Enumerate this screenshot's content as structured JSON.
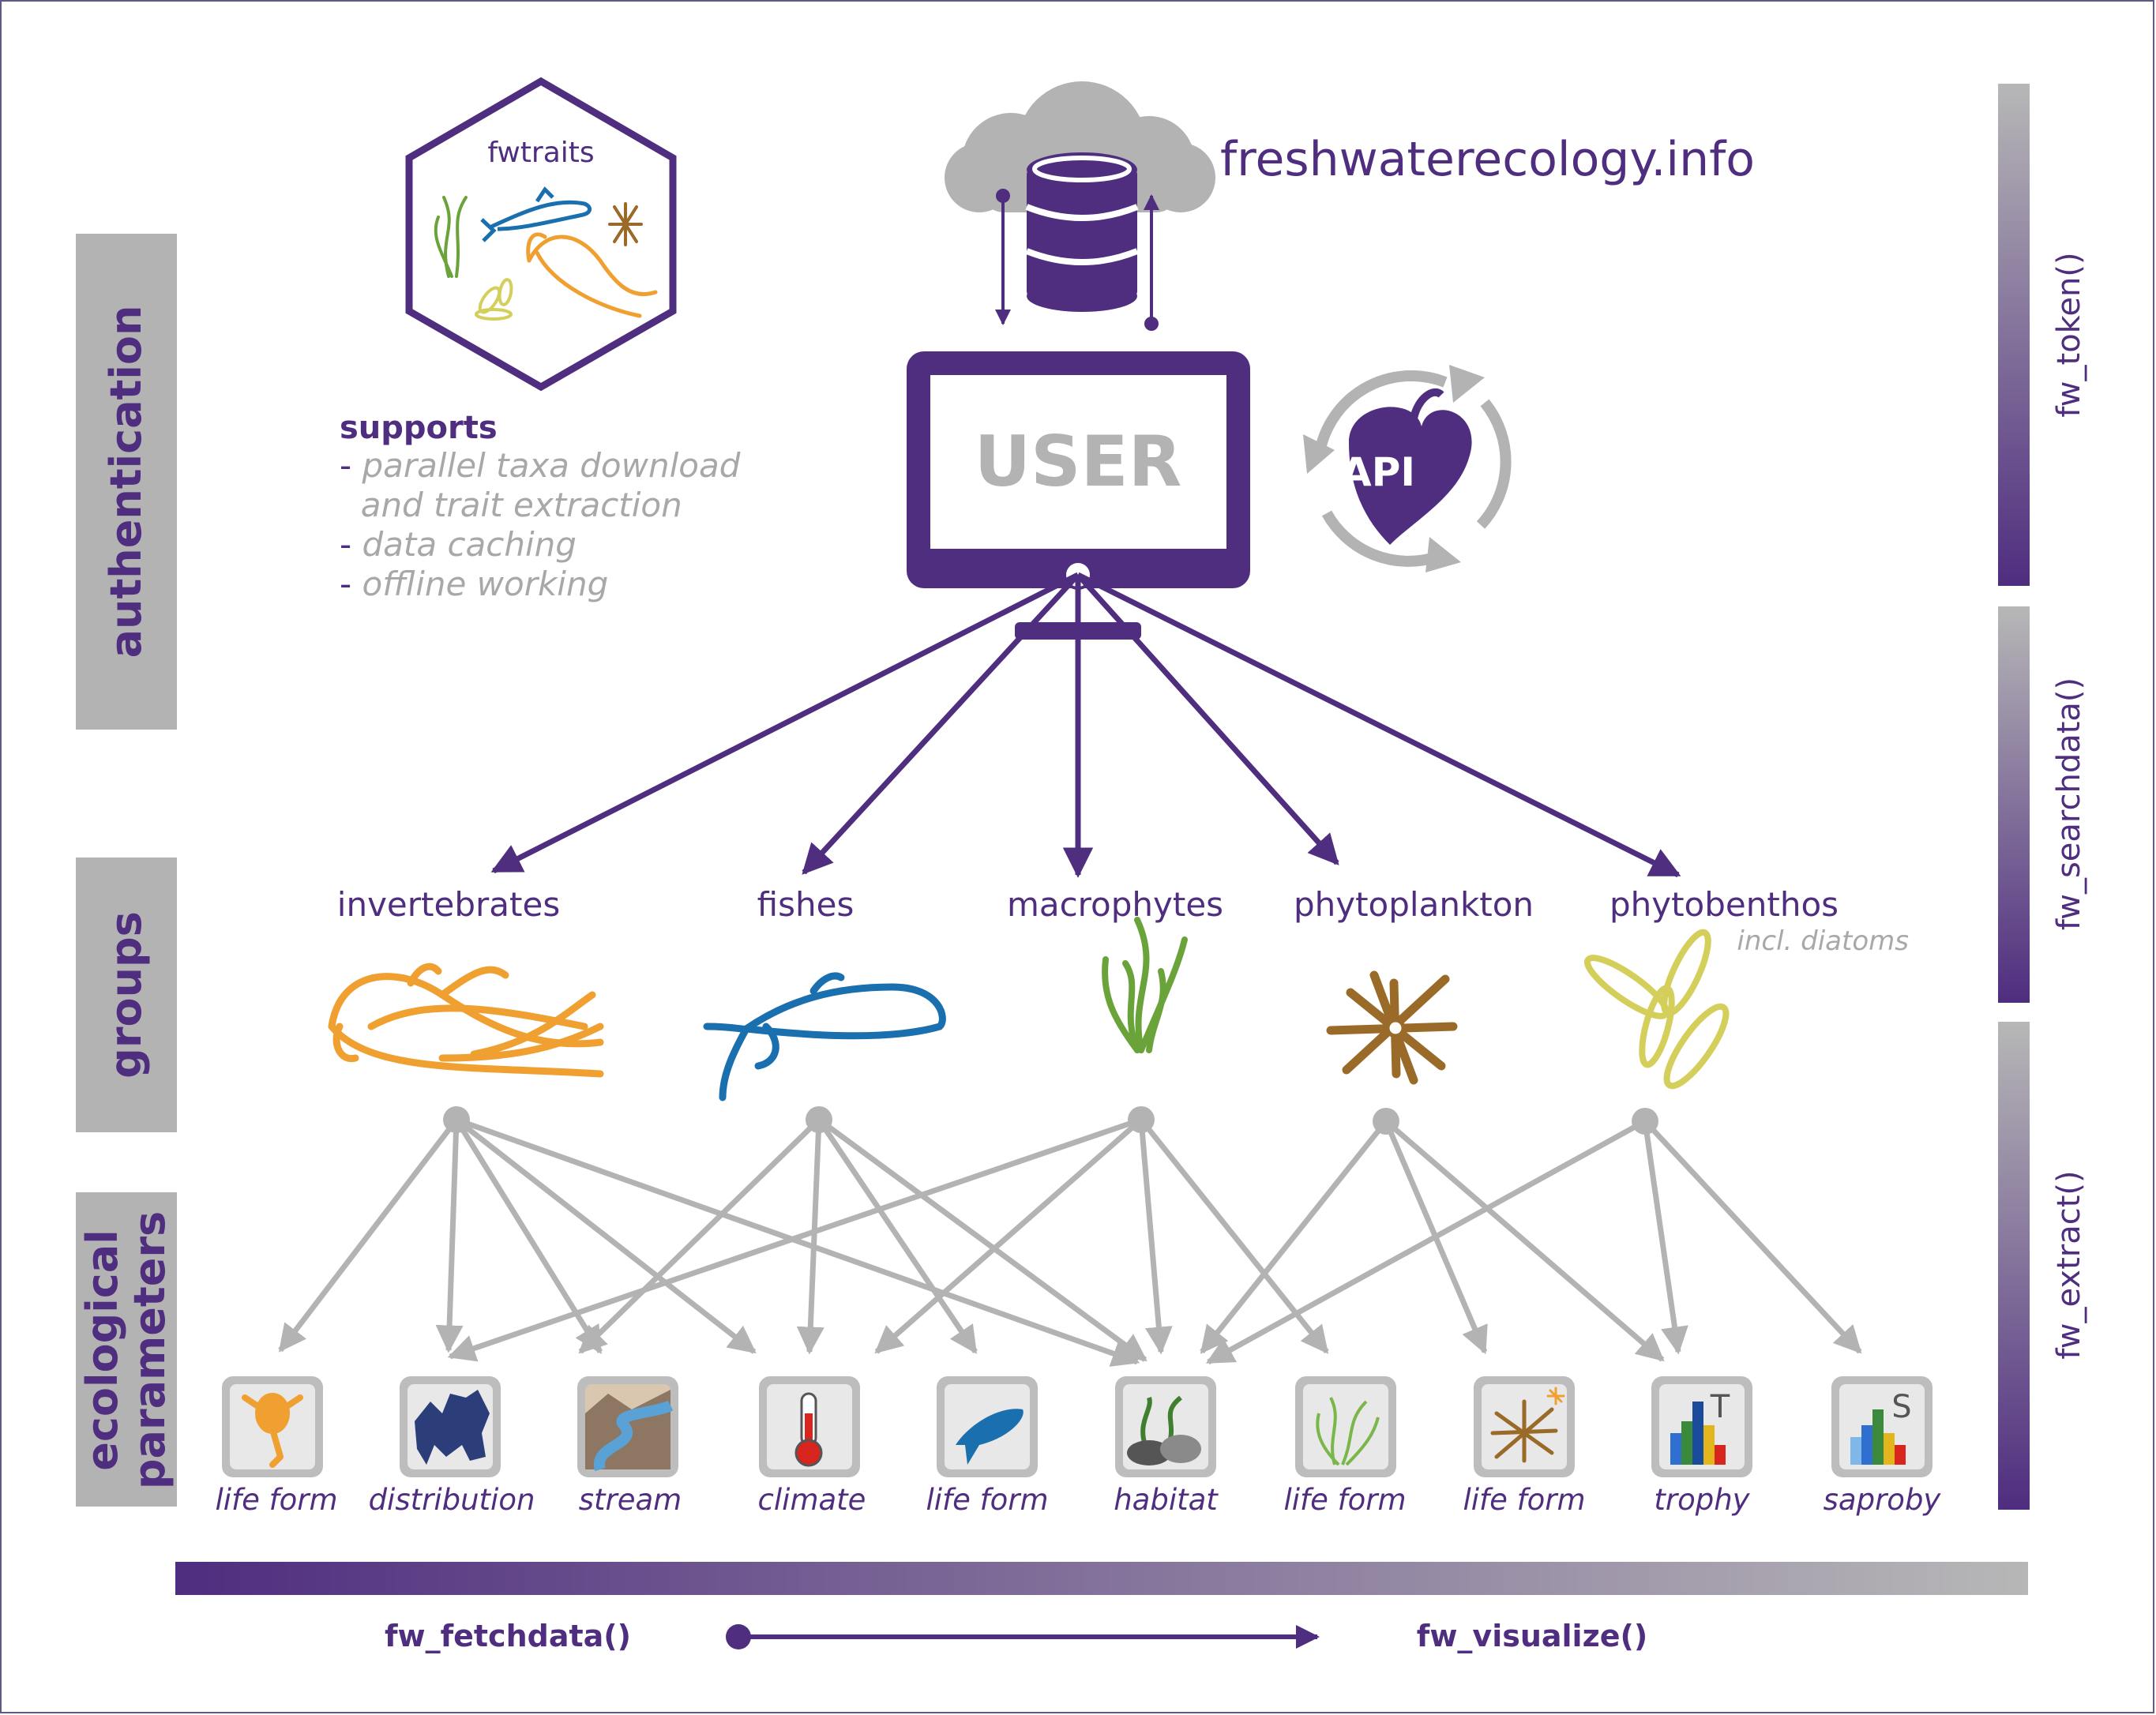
{
  "website": "freshwaterecology.info",
  "logo_text": "fwtraits",
  "user_label": "USER",
  "api_label": "API",
  "supports": {
    "title": "supports",
    "items": [
      "- parallel taxa download",
      "  and trait extraction",
      "- data caching",
      "- offline working"
    ]
  },
  "left_sections": [
    "authentication",
    "groups",
    "ecological",
    "parameters"
  ],
  "right_functions": [
    "fw_token()",
    "fw_searchdata()",
    "fw_extract()"
  ],
  "groups": [
    {
      "name": "invertebrates",
      "color": "#f0a030",
      "icon": "invertebrate-icon"
    },
    {
      "name": "fishes",
      "color": "#1a6faf",
      "icon": "fish-icon"
    },
    {
      "name": "macrophytes",
      "color": "#6aa33a",
      "icon": "macrophyte-icon"
    },
    {
      "name": "phytoplankton",
      "color": "#9a6a28",
      "icon": "phytoplankton-icon"
    },
    {
      "name": "phytobenthos",
      "color": "#d4cf5a",
      "icon": "diatom-icon",
      "note": "incl. diatoms"
    }
  ],
  "parameters": [
    {
      "label": "life form",
      "icon": "invertebrate-lifeform-icon"
    },
    {
      "label": "distribution",
      "icon": "europe-map-icon"
    },
    {
      "label": "stream",
      "icon": "stream-icon"
    },
    {
      "label": "climate",
      "icon": "thermometer-icon"
    },
    {
      "label": "life form",
      "icon": "fish-lifeform-icon"
    },
    {
      "label": "habitat",
      "icon": "habitat-icon"
    },
    {
      "label": "life form",
      "icon": "macrophyte-lifeform-icon"
    },
    {
      "label": "life form",
      "icon": "phytoplankton-lifeform-icon"
    },
    {
      "label": "trophy",
      "icon": "trophy-chart-icon"
    },
    {
      "label": "saproby",
      "icon": "saproby-chart-icon"
    }
  ],
  "bottom": {
    "fetch": "fw_fetchdata()",
    "visualize": "fw_visualize()"
  },
  "colors": {
    "purple": "#4f2d7f",
    "grey": "#b3b3b3"
  }
}
